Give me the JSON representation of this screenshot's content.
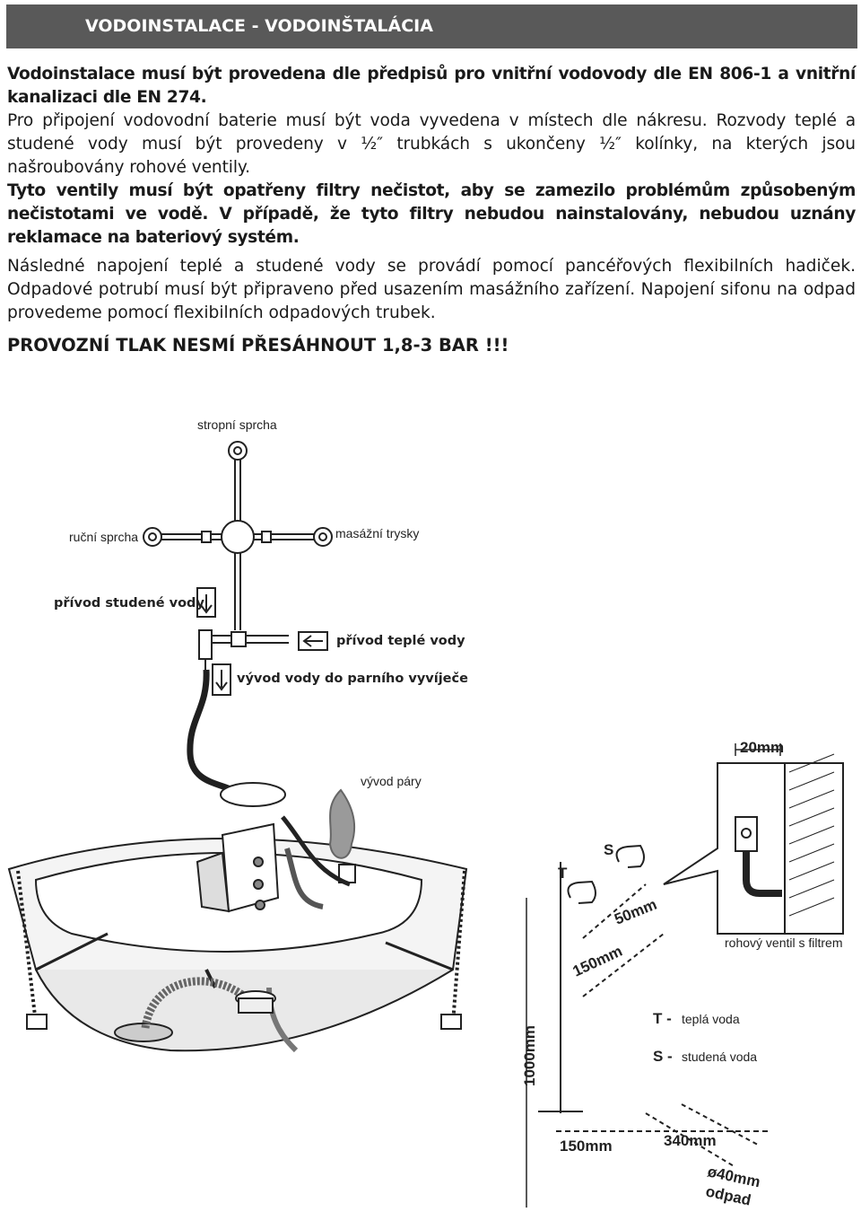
{
  "header": {
    "title": "VODOINSTALACE - VODOINŠTALÁCIA"
  },
  "paragraphs": {
    "p1": "Vodoinstalace musí být provedena dle předpisů pro vnitřní vodovody dle EN 806-1 a vnitřní kanalizaci dle EN 274.",
    "p2": "Pro připojení vodovodní baterie musí být voda vyvedena v místech dle nákresu. Rozvody teplé a studené vody musí být provedeny v ½″ trubkách s ukončeny ½″ kolínky, na kterých jsou našroubovány rohové ventily.",
    "p3": "Tyto ventily musí být opatřeny filtry nečistot, aby se zamezilo problémům způsobeným nečistotami ve vodě. V případě, že tyto filtry nebudou nainstalovány, nebudou uznány reklamace na bateriový systém.",
    "p4": "Následné napojení teplé a studené vody se provádí pomocí pancéřových flexibilních hadiček. Odpadové potrubí musí být připraveno před usazením masážního zařízení. Napojení sifonu na odpad provedeme pomocí flexibilních odpadových trubek.",
    "warning": "PROVOZNÍ TLAK NESMÍ PŘESÁHNOUT 1,8-3 BAR !!!"
  },
  "diagram": {
    "stropni": "stropní sprcha",
    "rucni": "ruční sprcha",
    "masazni": "masážní trysky",
    "studene": "přívod studené vody",
    "teple": "přívod teplé vody",
    "vyvod_vody": "vývod vody do parního vyvíječe",
    "vyvod_pary": "vývod páry",
    "dim_20": "20mm",
    "rohovy": "rohový ventil s filtrem",
    "letter_t": "T",
    "letter_s": "S",
    "dim_50": "50mm",
    "dim_150a": "150mm",
    "dim_1000": "1000mm",
    "legend_t_key": "T -",
    "legend_t_val": "teplá voda",
    "legend_s_key": "S -",
    "legend_s_val": "studená voda",
    "dim_150b": "150mm",
    "dim_340": "340mm",
    "dim_40": "ø40mm",
    "odpad": "odpad"
  },
  "colors": {
    "banner": "#595959",
    "text": "#1a1a1a"
  }
}
